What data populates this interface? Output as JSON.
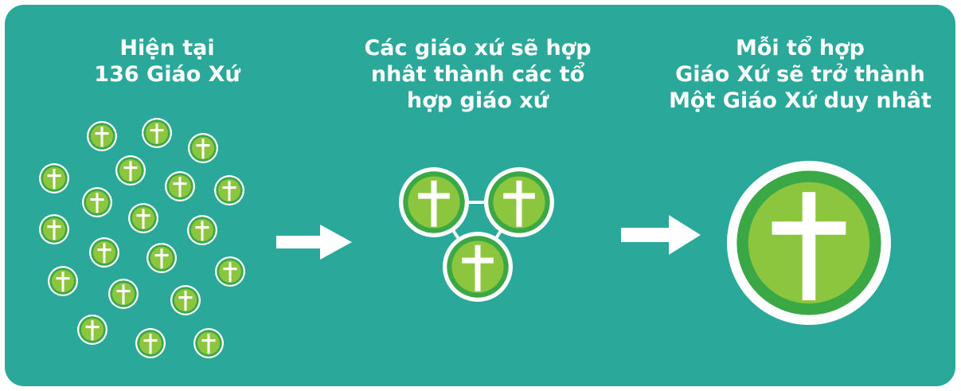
{
  "colors": {
    "background": "#2aa89a",
    "outline": "#ffffff",
    "ring": "#39a845",
    "fill": "#8cc63f",
    "cross": "#ffffff",
    "text": "#ffffff"
  },
  "columns": [
    {
      "lines": [
        "Hiện tại",
        "136 Giáo Xứ"
      ]
    },
    {
      "lines": [
        "Các giáo xứ sẽ hợp",
        "nhât thành các tổ",
        "hợp giáo xứ"
      ]
    },
    {
      "lines": [
        "Mỗi tổ hợp",
        "Giáo Xứ sẽ trở thành",
        "Một Giáo Xứ duy nhât"
      ]
    }
  ]
}
